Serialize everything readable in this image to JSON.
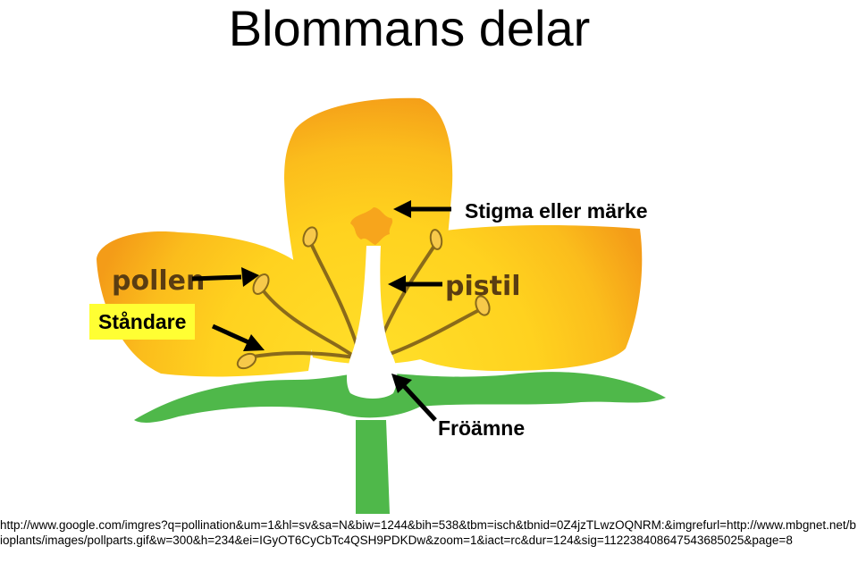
{
  "title": "Blommans delar",
  "labels": {
    "stigma": "Stigma eller märke",
    "standare": "Ståndare",
    "froamne": "Fröämne"
  },
  "image_text": {
    "pollen": "pollen",
    "pistil": "pistil"
  },
  "source_url": "http://www.google.com/imgres?q=pollination&um=1&hl=sv&sa=N&biw=1244&bih=538&tbm=isch&tbnid=0Z4jzTLwzOQNRM:&imgrefurl=http://www.mbgnet.net/bioplants/images/pollparts.gif&w=300&h=234&ei=IGyOT6CyCbTc4QSH9PDKDw&zoom=1&iact=rc&dur=124&sig=112238408647543685025&page=8",
  "colors": {
    "petal_outer": "#f7a51c",
    "petal_inner": "#ffd21f",
    "stem": "#4fb84a",
    "stamen": "#8a6a1a",
    "label_highlight": "#ffff33"
  }
}
